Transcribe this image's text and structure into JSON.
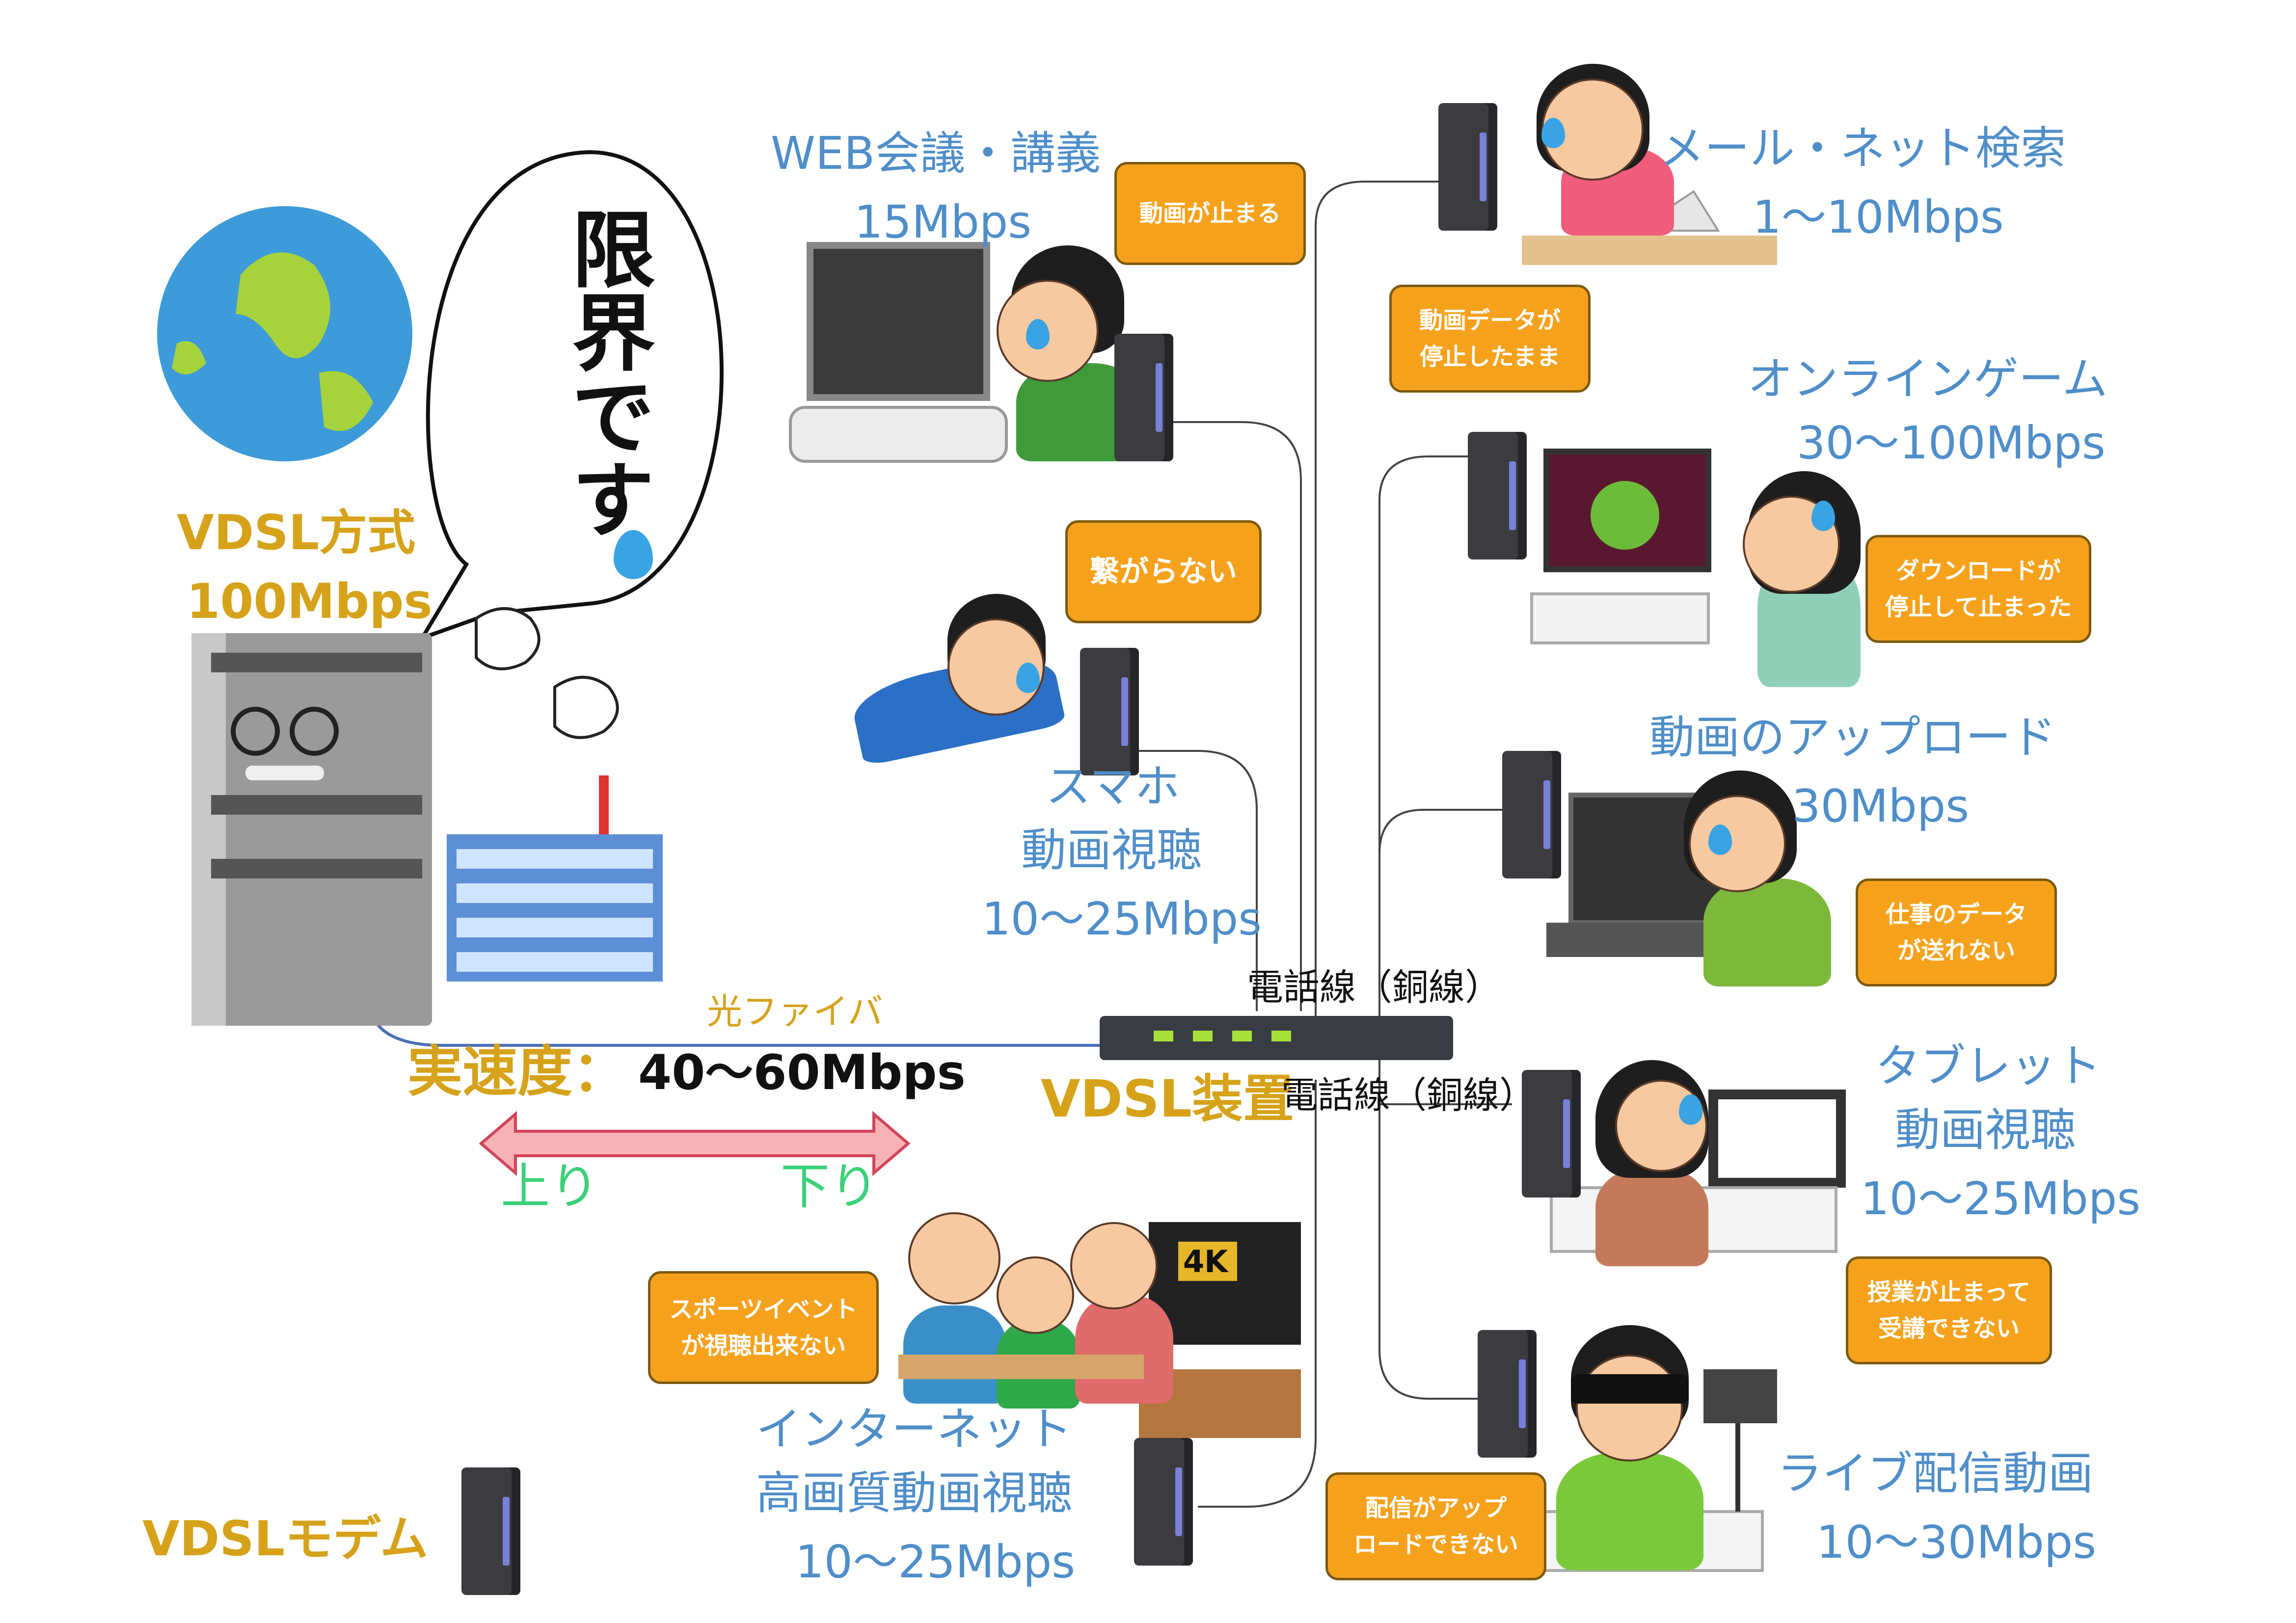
{
  "server": {
    "speech": "限界です",
    "type_label": "VDSL方式",
    "speed_label": "100Mbps"
  },
  "fiber_label": "光ファイバ",
  "actual_speed": {
    "label": "実速度：",
    "value": "40〜60Mbps"
  },
  "direction": {
    "up": "上り",
    "down": "下り"
  },
  "vdsl_device_label": "VDSL装置",
  "phone_line_label_1": "電話線（銅線）",
  "phone_line_label_2": "電話線（銅線）",
  "modem_legend_label": "VDSLモデム",
  "uses": [
    {
      "name": "WEB会議・講義",
      "speed": "15Mbps",
      "problem": [
        "動画が止まる"
      ]
    },
    {
      "name_lines": [
        "スマホ",
        "動画視聴"
      ],
      "speed": "10〜25Mbps",
      "problem": [
        "繋がらない"
      ]
    },
    {
      "name_lines": [
        "インターネット",
        "高画質動画視聴"
      ],
      "speed": "10〜25Mbps",
      "problem": [
        "スポーツイベント",
        "が視聴出来ない"
      ]
    },
    {
      "name": "メール・ネット検索",
      "speed": "1〜10Mbps",
      "problem": [
        "動画データが",
        "停止したまま"
      ]
    },
    {
      "name": "オンラインゲーム",
      "speed": "30〜100Mbps",
      "problem": [
        "ダウンロードが",
        "停止して止まった"
      ]
    },
    {
      "name": "動画のアップロード",
      "speed": "30Mbps",
      "problem": [
        "仕事のデータ",
        "が送れない"
      ]
    },
    {
      "name_lines": [
        "タブレット",
        "動画視聴"
      ],
      "speed": "10〜25Mbps",
      "problem": [
        "授業が止まって",
        "受講できない"
      ]
    },
    {
      "name": "ライブ配信動画",
      "speed": "10〜30Mbps",
      "problem": [
        "配信がアップ",
        "ロードできない"
      ]
    }
  ],
  "tv_badge": "4K",
  "colors": {
    "accent_blue": "#4f8ec9",
    "gold": "#d6a21a",
    "bubble_orange": "#f6a11c",
    "arrow_pink": "#f7b2b7",
    "up_down_green": "#3bd07a"
  }
}
